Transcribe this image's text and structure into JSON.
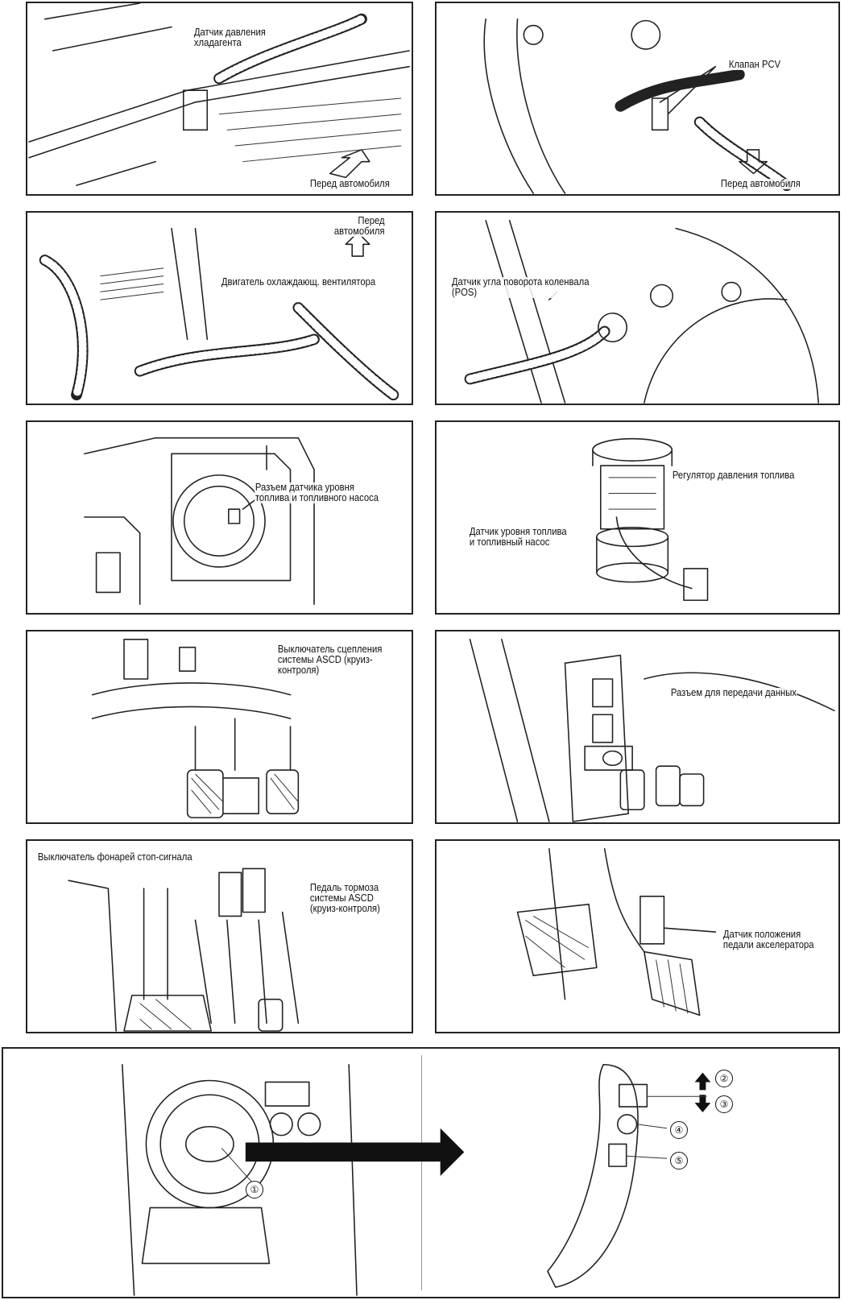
{
  "panels": [
    {
      "id": "p1",
      "labels": [
        "Датчик давления\nхладагента",
        "Перед автомобиля"
      ]
    },
    {
      "id": "p2",
      "labels": [
        "Клапан PCV",
        "Перед автомобиля"
      ]
    },
    {
      "id": "p3",
      "labels": [
        "Перед\nавтомобиля",
        "Двигатель охлаждающ. вентилятора"
      ]
    },
    {
      "id": "p4",
      "labels": [
        "Датчик угла поворота коленвала\n(POS)"
      ]
    },
    {
      "id": "p5",
      "labels": [
        "Разъем датчика уровня\nтоплива и топливного насоса"
      ]
    },
    {
      "id": "p6",
      "labels": [
        "Регулятор давления топлива",
        "Датчик уровня топлива\nи топливный насос"
      ]
    },
    {
      "id": "p7",
      "labels": [
        "Выключатель сцепления\nсистемы ASCD (круиз-\nконтроля)"
      ]
    },
    {
      "id": "p8",
      "labels": [
        "Разъем для передачи данных"
      ]
    },
    {
      "id": "p9",
      "labels": [
        "Выключатель фонарей стоп-сигнала",
        "Педаль тормоза\nсистемы ASCD\n(круиз-контроля)"
      ]
    },
    {
      "id": "p10",
      "labels": [
        "Датчик положения\nпедали акселератора"
      ]
    },
    {
      "id": "p11",
      "callouts": [
        "①",
        "②",
        "③",
        "④",
        "⑤"
      ]
    }
  ]
}
